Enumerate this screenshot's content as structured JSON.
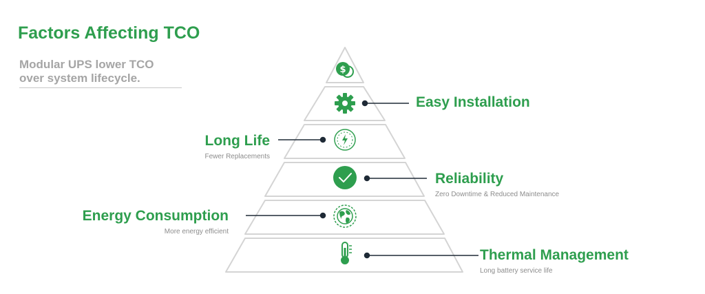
{
  "title": "Factors Affecting TCO",
  "subtitle": {
    "line1": "Modular UPS lower TCO",
    "line2": "over system lifecycle."
  },
  "accent_color": "#2e9e4e",
  "outline_color": "#d4d4d4",
  "connector_color": "#1f2a36",
  "tiers": [
    {
      "icon": "dollar-coins-icon"
    },
    {
      "icon": "gear-icon"
    },
    {
      "icon": "lightning-circle-icon"
    },
    {
      "icon": "check-circle-icon"
    },
    {
      "icon": "globe-icon"
    },
    {
      "icon": "thermometer-icon"
    }
  ],
  "factors": {
    "easy_installation": {
      "heading": "Easy Installation"
    },
    "long_life": {
      "heading": "Long Life",
      "description": "Fewer Replacements"
    },
    "reliability": {
      "heading": "Reliability",
      "description": "Zero Downtime & Reduced Maintenance"
    },
    "energy_consumption": {
      "heading": "Energy Consumption",
      "description": "More energy efficient"
    },
    "thermal_management": {
      "heading": "Thermal Management",
      "description": "Long battery service life"
    }
  }
}
